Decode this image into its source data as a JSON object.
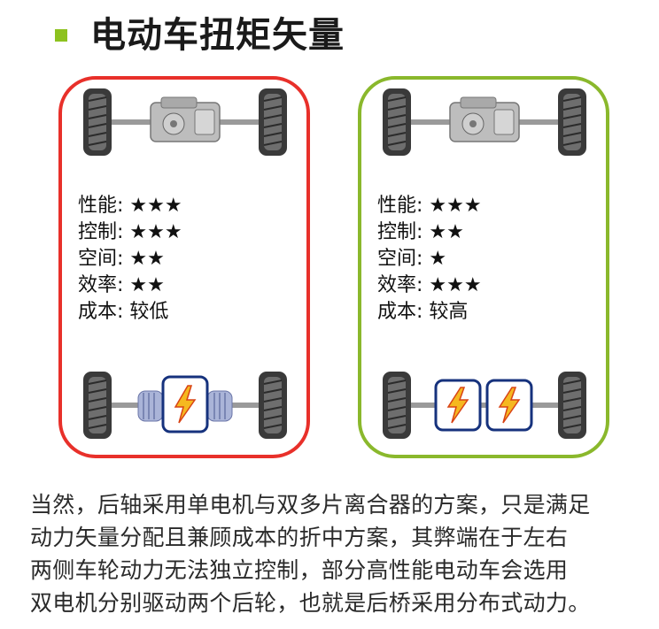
{
  "page": {
    "title": "电动车扭矩矢量",
    "bullet_color": "#8dc21f"
  },
  "panels": [
    {
      "border_color": "#e8302a",
      "specs": [
        {
          "label": "性能:",
          "value": "★★★"
        },
        {
          "label": "控制:",
          "value": "★★★"
        },
        {
          "label": "空间:",
          "value": "★★"
        },
        {
          "label": "效率:",
          "value": "★★"
        },
        {
          "label": "成本:",
          "value": "较低"
        }
      ],
      "rear_motor_count": 1,
      "motor_icon": "lightning-icon"
    },
    {
      "border_color": "#8ab82c",
      "specs": [
        {
          "label": "性能:",
          "value": "★★★"
        },
        {
          "label": "控制:",
          "value": "★★"
        },
        {
          "label": "空间:",
          "value": "★"
        },
        {
          "label": "效率:",
          "value": "★★★"
        },
        {
          "label": "成本:",
          "value": "较高"
        }
      ],
      "rear_motor_count": 2,
      "motor_icon": "lightning-icon"
    }
  ],
  "caption": {
    "lines": [
      "当然，后轴采用单电机与双多片离合器的方案，只是满足",
      "动力矢量分配且兼顾成本的折中方案，其弊端在于左右",
      "两侧车轮动力无法独立控制，部分高性能电动车会选用",
      "双电机分别驱动两个后轮，也就是后桥采用分布式动力。"
    ]
  }
}
